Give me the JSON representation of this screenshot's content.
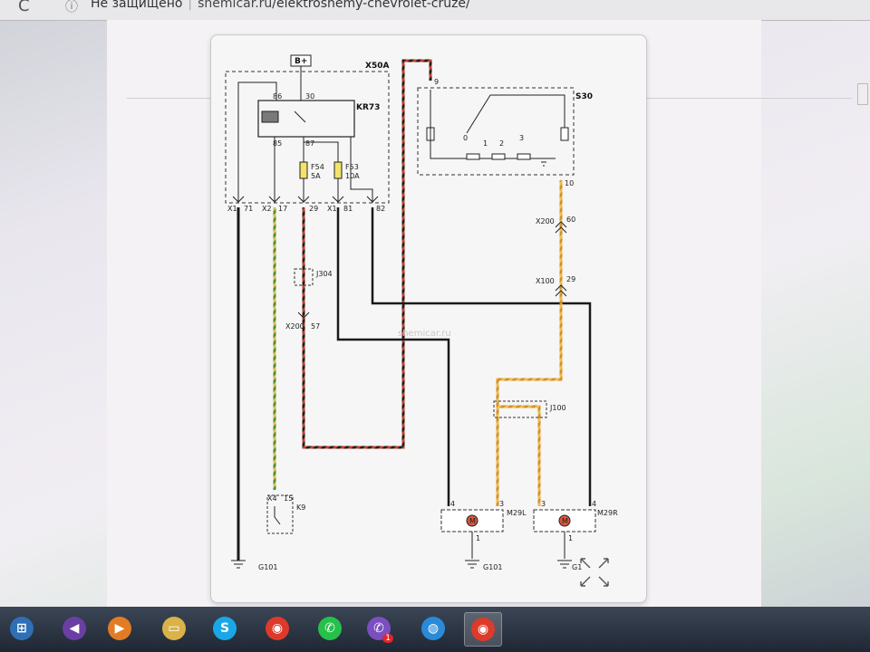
{
  "browser": {
    "security_label": "Не защищено",
    "url_host": "shemicar.ru",
    "url_path": "/elektroshemy-chevrolet-cruze/"
  },
  "diagram": {
    "watermark": "shemicar.ru",
    "supply_label": "B+",
    "block_x50a": "X50A",
    "relay": {
      "name": "KR73",
      "pin86": "86",
      "pin30": "30",
      "pin85": "85",
      "pin87": "87"
    },
    "fuses": [
      {
        "name": "F54",
        "rating": "5A"
      },
      {
        "name": "F53",
        "rating": "10A"
      }
    ],
    "connectors": {
      "x1_71": {
        "conn": "X1",
        "pin": "71"
      },
      "x2_17": {
        "conn": "X2",
        "pin": "17"
      },
      "pin29": "29",
      "x1_81": {
        "conn": "X1",
        "pin": "81"
      },
      "pin82": "82",
      "j304": "J304",
      "x200_57": {
        "conn": "X200",
        "pin": "57"
      },
      "x200_60": {
        "conn": "X200",
        "pin": "60"
      },
      "x100_29": {
        "conn": "X100",
        "pin": "29"
      },
      "x4_15": {
        "conn": "X4",
        "pin": "15"
      }
    },
    "switch_s30": {
      "name": "S30",
      "pin9": "9",
      "pin10": "10",
      "pos0": "0",
      "pos1": "1",
      "pos2": "2",
      "pos3": "3"
    },
    "splice_j100": "J100",
    "k9": "K9",
    "motors": [
      {
        "name": "M29L",
        "pin_a": "4",
        "pin_b": "3",
        "pin_gnd": "1",
        "symbol": "M"
      },
      {
        "name": "M29R",
        "pin_a": "3",
        "pin_b": "4",
        "pin_gnd": "1",
        "symbol": "M"
      }
    ],
    "grounds": {
      "g101_left": "G101",
      "g101_mid": "G101",
      "g_right": "G1"
    }
  },
  "taskbar": {
    "items": [
      {
        "name": "start",
        "color": "#2f6fb6",
        "glyph": "⊞"
      },
      {
        "name": "visual-studio",
        "color": "#6a3fa3",
        "glyph": "◀"
      },
      {
        "name": "media-player",
        "color": "#e27c24",
        "glyph": "▶"
      },
      {
        "name": "file-explorer",
        "color": "#d9b24a",
        "glyph": "▭"
      },
      {
        "name": "skype",
        "color": "#1aa7e8",
        "glyph": "S"
      },
      {
        "name": "chrome",
        "color": "#dd3a2b",
        "glyph": "◉"
      },
      {
        "name": "whatsapp",
        "color": "#27c04a",
        "glyph": "✆"
      },
      {
        "name": "viber",
        "color": "#7b4fbf",
        "glyph": "✆",
        "badge": "1"
      },
      {
        "name": "browser-globe",
        "color": "#2a8ad8",
        "glyph": "◍"
      },
      {
        "name": "chrome-active",
        "color": "#dd3a2b",
        "glyph": "◉"
      }
    ]
  }
}
